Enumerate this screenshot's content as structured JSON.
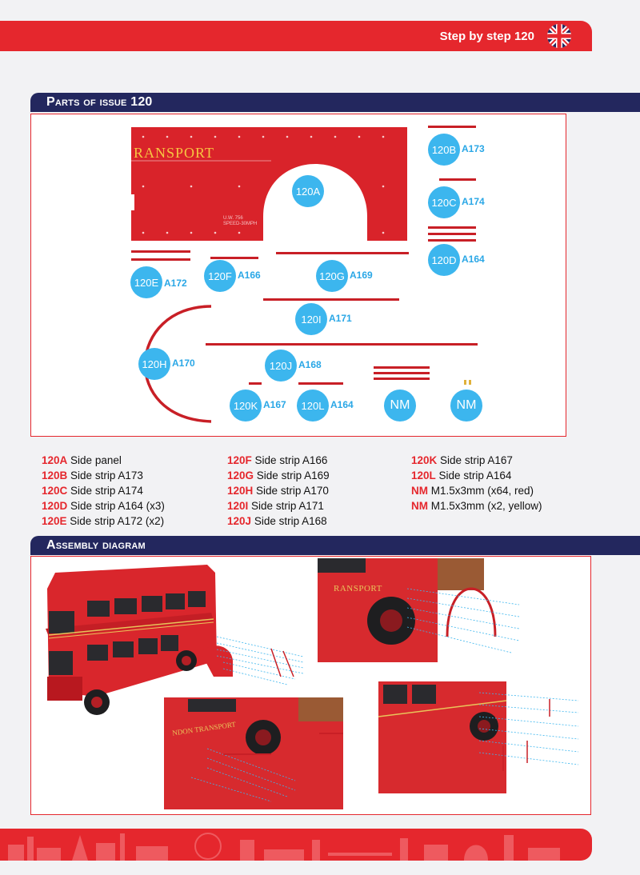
{
  "header": {
    "title": "Step by step 120",
    "flag_icon": "uk-flag-icon"
  },
  "sections": {
    "parts_title": "Parts of issue 120",
    "assembly_title": "Assembly diagram"
  },
  "panel_text": {
    "transport": "RANSPORT",
    "speed_label": "U.W. 756",
    "speed_sub": "SPEED-30MPH"
  },
  "parts": [
    {
      "id": "120A",
      "code": ""
    },
    {
      "id": "120B",
      "code": "A173"
    },
    {
      "id": "120C",
      "code": "A174"
    },
    {
      "id": "120D",
      "code": "A164"
    },
    {
      "id": "120E",
      "code": "A172"
    },
    {
      "id": "120F",
      "code": "A166"
    },
    {
      "id": "120G",
      "code": "A169"
    },
    {
      "id": "120H",
      "code": "A170"
    },
    {
      "id": "120I",
      "code": "A171"
    },
    {
      "id": "120J",
      "code": "A168"
    },
    {
      "id": "120K",
      "code": "A167"
    },
    {
      "id": "120L",
      "code": "A164"
    },
    {
      "id": "NM",
      "code": ""
    },
    {
      "id": "NM",
      "code": ""
    }
  ],
  "legend": {
    "col1": [
      {
        "id": "120A",
        "desc": "Side panel"
      },
      {
        "id": "120B",
        "desc": "Side strip A173"
      },
      {
        "id": "120C",
        "desc": "Side strip A174"
      },
      {
        "id": "120D",
        "desc": "Side strip A164 (x3)"
      },
      {
        "id": "120E",
        "desc": "Side strip A172 (x2)"
      }
    ],
    "col2": [
      {
        "id": "120F",
        "desc": "Side strip A166"
      },
      {
        "id": "120G",
        "desc": "Side strip A169"
      },
      {
        "id": "120H",
        "desc": "Side strip A170"
      },
      {
        "id": "120I",
        "desc": "Side strip A171"
      },
      {
        "id": "120J",
        "desc": "Side strip A168"
      }
    ],
    "col3": [
      {
        "id": "120K",
        "desc": "Side strip A167"
      },
      {
        "id": "120L",
        "desc": "Side strip A164"
      },
      {
        "id": "NM",
        "desc": "M1.5x3mm (x64, red)"
      },
      {
        "id": "NM",
        "desc": "M1.5x3mm (x2, yellow)"
      }
    ]
  },
  "assembly": {
    "bus_text_1": "RANSPORT",
    "bus_text_2": "NDON TRANSPORT"
  },
  "colors": {
    "brand_red": "#e5272d",
    "navy": "#23275e",
    "bubble_blue": "#3cb6ee",
    "code_blue": "#2aa7e6"
  }
}
